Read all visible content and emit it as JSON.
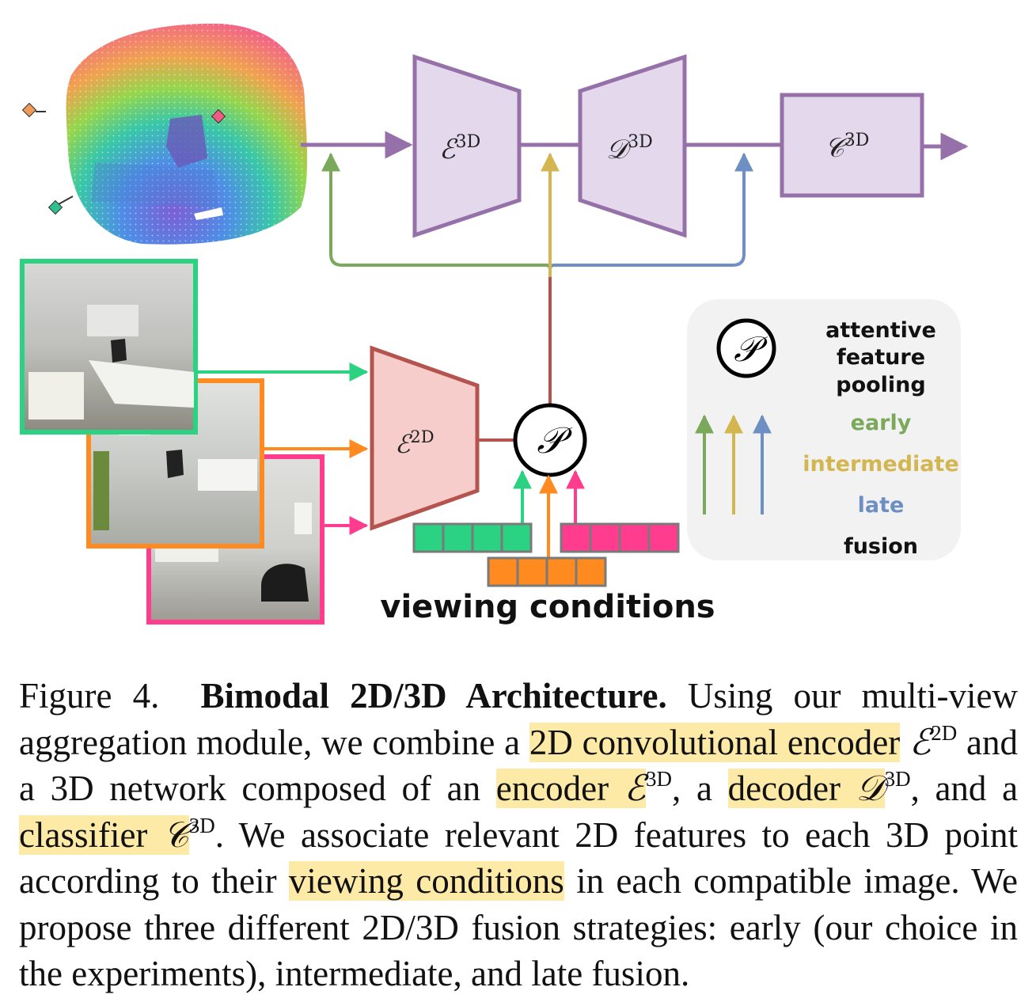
{
  "figure": {
    "blocks": {
      "enc3d": {
        "symbol": "ℰ",
        "sup": "3D"
      },
      "dec3d": {
        "symbol": "𝒟",
        "sup": "3D"
      },
      "cls3d": {
        "symbol": "𝒞",
        "sup": "3D"
      },
      "enc2d": {
        "symbol": "ℰ",
        "sup": "2D"
      },
      "pool": {
        "symbol": "𝒫"
      }
    },
    "viewing_label": "viewing conditions",
    "legend": {
      "symbol": "𝒫",
      "pooling_lines": [
        "attentive",
        "feature",
        "pooling"
      ],
      "early": "early",
      "intermediate": "intermediate",
      "late": "late",
      "fusion": "fusion"
    },
    "colors": {
      "purple": "#9670a8",
      "purple_fill": "#e3d8ec",
      "red": "#b5544f",
      "red_fill": "#f6cdcb",
      "green": "#7aa95b",
      "yellow": "#d4b651",
      "blue": "#6d8fc3",
      "view_green": "#2bd282",
      "view_orange": "#ff8a1f",
      "view_pink": "#ff3c8e"
    }
  },
  "caption": {
    "label": "Figure 4.",
    "title": "Bimodal 2D/3D Architecture.",
    "t1": "Using our multi-view aggregation module, we combine a",
    "h1": "2D convolutional encoder",
    "s1": "ℰ",
    "s1sup": "2D",
    "t2": "and a 3D network composed of an",
    "h2": "encoder",
    "s2": "ℰ",
    "s2sup": "3D",
    "t3": ", a",
    "h3": "decoder",
    "s3": "𝒟",
    "s3sup": "3D",
    "t4": ", and a",
    "h4": "classifier",
    "s4": "𝒞",
    "s4sup": "3D",
    "t5": ". We associate relevant 2D features to each 3D point according to their",
    "h5": "viewing conditions",
    "t6": "in each compatible image. We propose three different 2D/3D fusion strategies: early (our choice in the experiments), intermediate, and late fusion."
  }
}
